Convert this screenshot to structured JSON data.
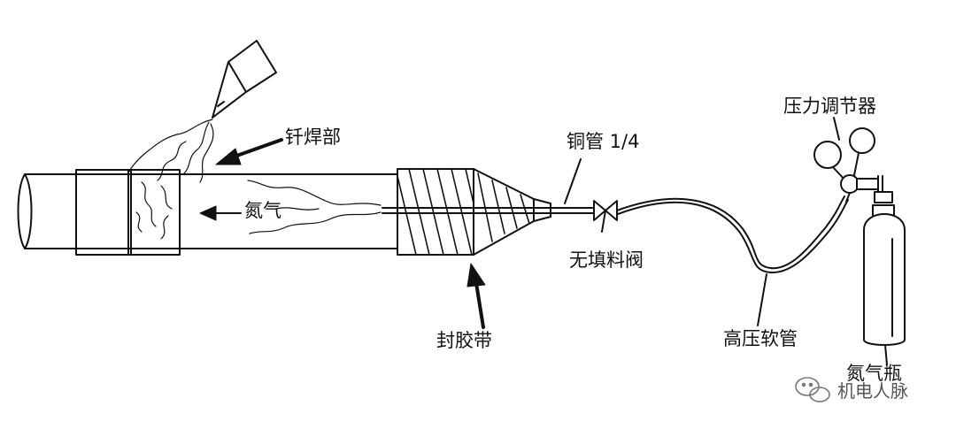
{
  "labels": {
    "brazing_part": "钎焊部",
    "nitrogen": "氮气",
    "copper_pipe": "铜管 1/4",
    "packless_valve": "无填料阀",
    "sealing_tape": "封胶带",
    "pressure_regulator": "压力调节器",
    "high_pressure_hose": "高压软管",
    "nitrogen_cylinder": "氮气瓶"
  },
  "watermark": {
    "text": "机电人脉",
    "icon": "wechat-icon"
  },
  "colors": {
    "line": "#111111",
    "background": "#ffffff",
    "watermark": "#555555"
  }
}
